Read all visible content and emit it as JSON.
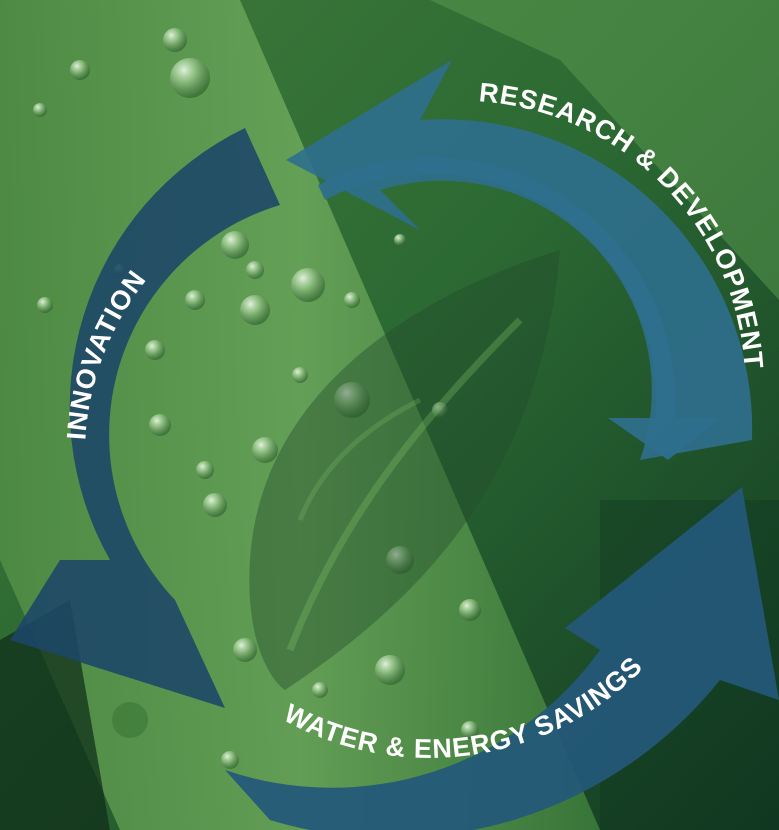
{
  "cycle": {
    "arrows": [
      {
        "id": "research",
        "label": "RESEARCH & DEVELOPMENT",
        "color": "#2f6f8e"
      },
      {
        "id": "savings",
        "label": "WATER & ENERGY SAVINGS",
        "color": "#24587a"
      },
      {
        "id": "innovation",
        "label": "INNOVATION",
        "color": "#1c4668"
      }
    ]
  },
  "background": {
    "subject": "green leaf with water droplets",
    "colors": {
      "leaf_light": "#5f9a52",
      "leaf_mid": "#2f6a36",
      "leaf_dark": "#0f3320",
      "leaf_icon": "#234a2c"
    }
  }
}
